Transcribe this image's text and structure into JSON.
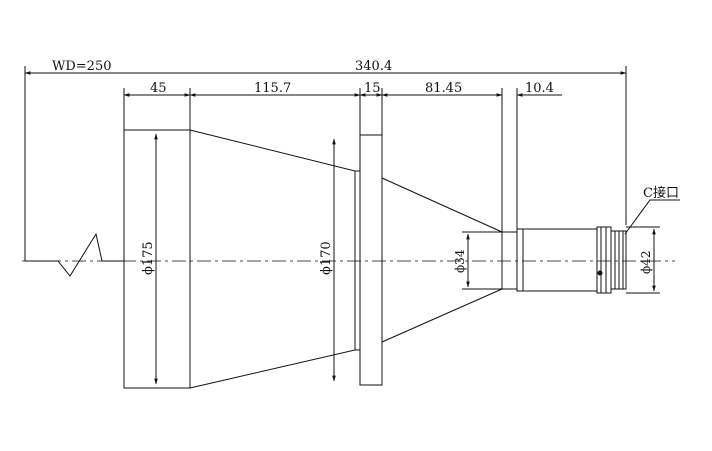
{
  "drawing": {
    "dimensions": {
      "working_distance": "WD=250",
      "overall_length": "340.4",
      "front_section": "45",
      "taper_section": "115.7",
      "flange_thickness": "15",
      "rear_taper": "81.45",
      "rear_ring": "10.4"
    },
    "diameters": {
      "front": "ϕ175",
      "flange": "ϕ170",
      "rear_barrel": "ϕ34",
      "mount": "ϕ42"
    },
    "callouts": {
      "c_mount": "C接口"
    },
    "colors": {
      "line": "#111111",
      "background": "#ffffff"
    }
  }
}
